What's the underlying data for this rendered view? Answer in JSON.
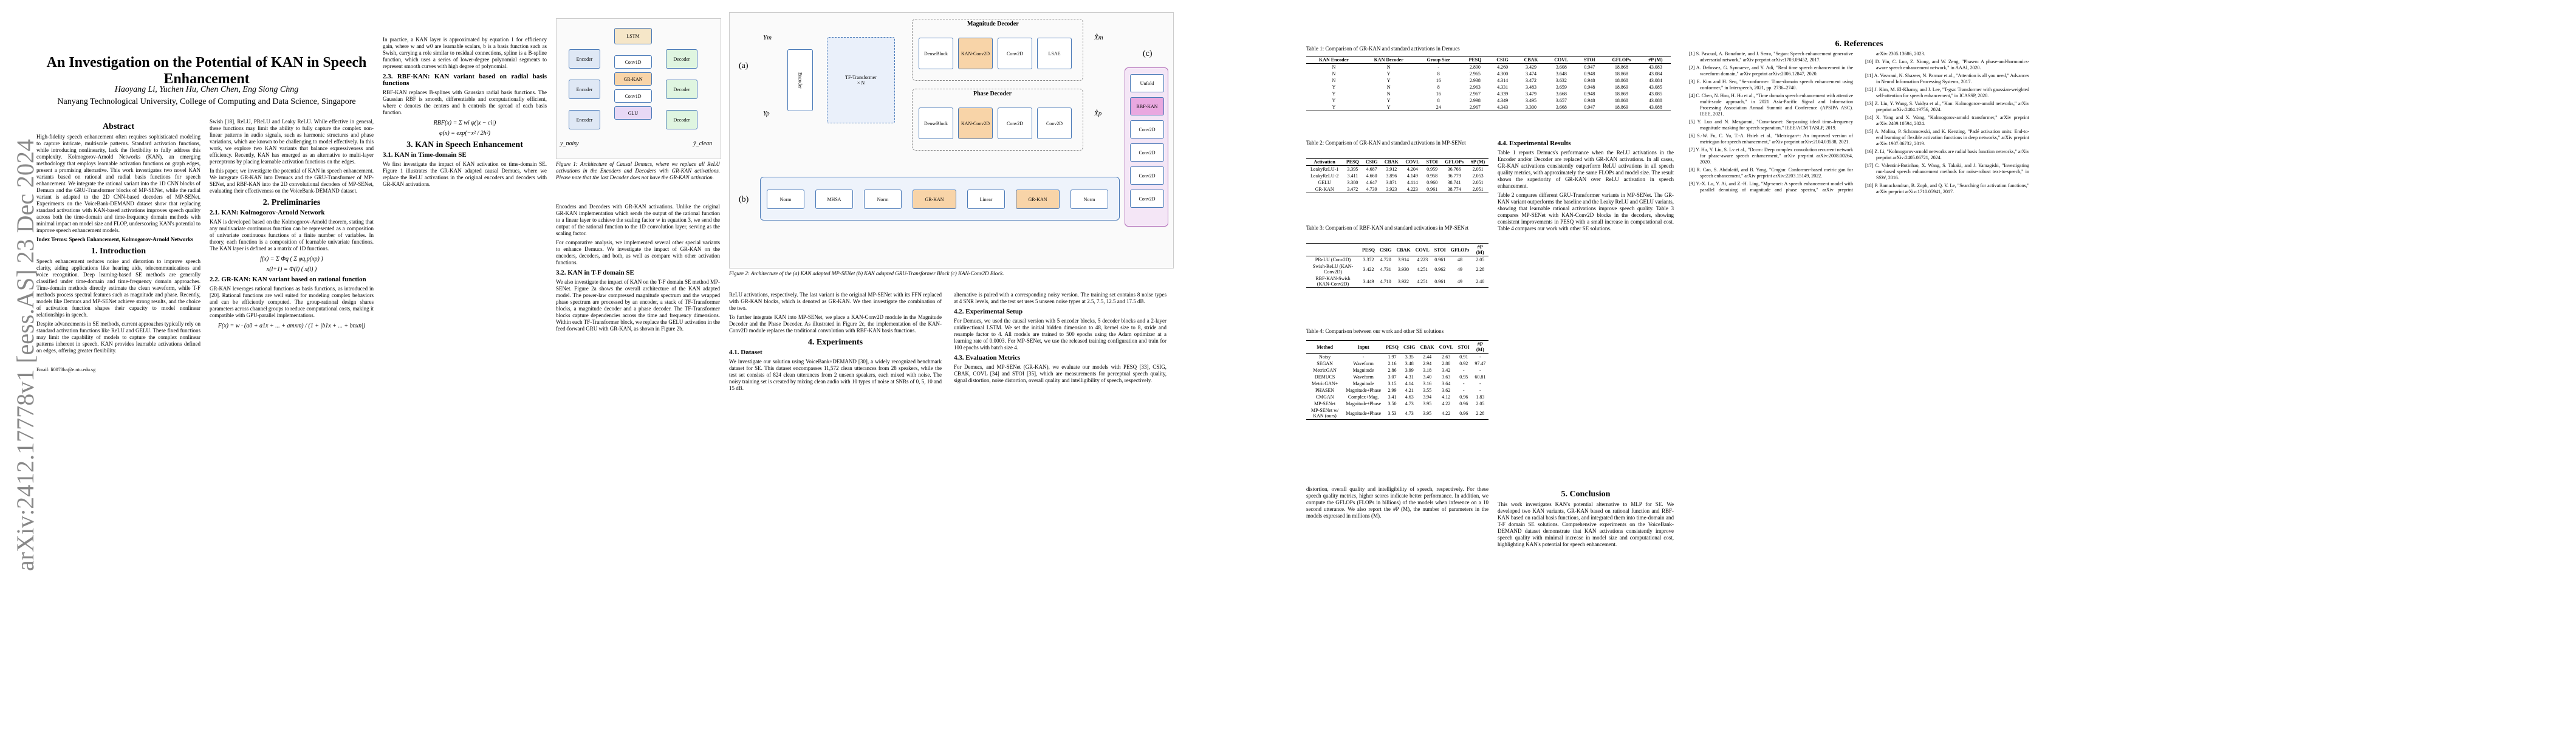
{
  "arxiv_id": "arXiv:2412.17778v1 [eess.AS] 23 Dec 2024",
  "title": "An Investigation on the Potential of KAN in Speech Enhancement",
  "authors": "Haoyang Li, Yuchen Hu, Chen Chen, Eng Siong Chng",
  "affiliation": "Nanyang Technological University, College of Computing and Data Science, Singapore",
  "sections": {
    "abstract": "Abstract",
    "intro": "1. Introduction",
    "prelim": "2. Preliminaries",
    "kan_se": "3. KAN in Speech Enhancement",
    "experiments": "4. Experiments",
    "conclusion": "5. Conclusion",
    "references": "6. References"
  },
  "subsections": {
    "kan_basics": "2.1. KAN: Kolmogorov-Arnold Network",
    "grkan": "2.2. GR-KAN: KAN variant based on rational function",
    "rbfkan": "2.3. RBF-KAN: KAN variant based on radial basis functions",
    "time_domain": "3.1. KAN in Time-domain SE",
    "tf_domain": "3.2. KAN in T-F domain SE",
    "dataset": "4.1. Dataset",
    "setup": "4.2. Experimental Setup",
    "metrics": "4.3. Evaluation Metrics",
    "results": "4.4. Experimental Results"
  },
  "abstract_text": "High-fidelity speech enhancement often requires sophisticated modeling to capture intricate, multiscale patterns. Standard activation functions, while introducing nonlinearity, lack the flexibility to fully address this complexity. Kolmogorov-Arnold Networks (KAN), an emerging methodology that employs learnable activation functions on graph edges, present a promising alternative. This work investigates two novel KAN variants based on rational and radial basis functions for speech enhancement. We integrate the rational variant into the 1D CNN blocks of Demucs and the GRU-Transformer blocks of MP-SENet, while the radial variant is adapted to the 2D CNN-based decoders of MP-SENet. Experiments on the VoiceBank-DEMAND dataset show that replacing standard activations with KAN-based activations improves speech quality across both the time-domain and time-frequency domain methods with minimal impact on model size and FLOP, underscoring KAN's potential to improve speech enhancement models.",
  "index_terms": "Index Terms: Speech Enhancement, Kolmogorov-Arnold Networks",
  "intro_text": "Speech enhancement reduces noise and distortion to improve speech clarity, aiding applications like hearing aids, telecommunications and voice recognition. Deep learning-based SE methods are generally classified under time-domain and time-frequency domain approaches. Time-domain methods directly estimate the clean waveform, while T-F methods process spectral features such as magnitude and phase. Recently, models like Demucs and MP-SENet achieve strong results, and the choice of activation function shapes their capacity to model nonlinear relationships in speech.",
  "intro_text2": "Despite advancements in SE methods, current approaches typically rely on standard activation functions like ReLU and GELU. These fixed functions may limit the capability of models to capture the complex nonlinear patterns inherent in speech. KAN provides learnable activations defined on edges, offering greater flexibility.",
  "email": "Email: li0078ha@e.ntu.edu.sg",
  "col2_text": "Swish [18], ReLU, PReLU and Leaky ReLU. While effective in general, these functions may limit the ability to fully capture the complex non-linear patterns in audio signals, such as harmonic structures and phase variations, which are known to be challenging to model effectively. In this work, we explore two KAN variants that balance expressiveness and efficiency. Recently, KAN has emerged as an alternative to multi-layer perceptrons by placing learnable activation functions on the edges.",
  "col2_text2": "In this paper, we investigate the potential of KAN in speech enhancement. We integrate GR-KAN into Demucs and the GRU-Transformer of MP-SENet, and RBF-KAN into the 2D convolutional decoders of MP-SENet, evaluating their effectiveness on the VoiceBank-DEMAND dataset.",
  "prelim_text": "KAN is developed based on the Kolmogorov-Arnold theorem, stating that any multivariate continuous function can be represented as a composition of univariate continuous functions of a finite number of variables. In theory, each function is a composition of learnable univariate functions. The KAN layer is defined as a matrix of 1D functions.",
  "eq1": "f(x) = Σ Φq ( Σ φq,p(xp) )",
  "eq2": "x(l+1) = Φ(l) ( x(l) )",
  "eq3": "F(x) = w · (a0 + a1x + ... + amxm) / (1 + |b1x + ... + bnxn|)",
  "eq4": "RBF(x) = Σ wi φ(|x − ci|)",
  "eq5": "φ(x) = exp(−x² / 2h²)",
  "grkan_text": "GR-KAN leverages rational functions as basis functions, as introduced in [20]. Rational functions are well suited for modeling complex behaviors and can be efficiently computed. The group-rational design shares parameters across channel groups to reduce computational costs, making it compatible with GPU-parallel implementations.",
  "rbfkan_text": "RBF-KAN replaces B-splines with Gaussian radial basis functions. The Gaussian RBF is smooth, differentiable and computationally efficient, where c denotes the centers and h controls the spread of each basis function.",
  "col3_text": "In practice, a KAN layer is approximated by equation 1 for efficiency gain, where w and w0 are learnable scalars, b is a basis function such as Swish, carrying a role similar to residual connections, spline is a B-spline function, which uses a series of lower-degree polynomial segments to represent smooth curves with high degree of polynomial.",
  "kan_time_text": "We first investigate the impact of KAN activation on time-domain SE. Figure 1 illustrates the GR-KAN adapted causal Demucs, where we replace the ReLU activations in the original encoders and decoders with GR-KAN activations.",
  "fig1_caption": "Figure 1: Architecture of Causal Demucs, where we replace all ReLU activations in the Encoders and Decoders with GR-KAN activations. Please note that the last Decoder does not have the GR-KAN activation.",
  "col4_text": "Encoders and Decoders with GR-KAN activations. Unlike the original GR-KAN implementation which sends the output of the rational function to a linear layer to achieve the scaling factor w in equation 3, we send the output of the rational function to the 1D convolution layer, serving as the scaling factor.",
  "col4_text2": "For comparative analysis, we implemented several other special variants to enhance Demucs. We investigate the impact of GR-KAN on the encoders, decoders, and both, as well as compare with other activation functions.",
  "kan_tf_text": "We also investigate the impact of KAN on the T-F domain SE method MP-SENet. Figure 2a shows the overall architecture of the KAN adapted model. The power-law compressed magnitude spectrum and the wrapped phase spectrum are processed by an encoder, a stack of TF-Transformer blocks, a magnitude decoder and a phase decoder. The TF-Transformer blocks capture dependencies across the time and frequency dimensions. Within each TF-Transformer block, we replace the GELU activation in the feed-forward GRU with GR-KAN, as shown in Figure 2b.",
  "fig2_caption": "Figure 2: Architecture of the (a) KAN adapted MP-SENet (b) KAN adapted GRU-Transformer Block (c) KAN-Conv2D Block.",
  "col5_text": "ReLU activations, respectively. The last variant is the original MP-SENet with its FFN replaced with GR-KAN blocks, which is denoted as GR-KAN. We then investigate the combination of the two.",
  "col5_text2": "To further integrate KAN into MP-SENet, we place a KAN-Conv2D module in the Magnitude Decoder and the Phase Decoder. As illustrated in Figure 2c, the implementation of the KAN-Conv2D module replaces the traditional convolution with RBF-KAN basis functions.",
  "dataset_text": "We investigate our solution using VoiceBank+DEMAND [30], a widely recognized benchmark dataset for SE. This dataset encompasses 11,572 clean utterances from 28 speakers, while the test set consists of 824 clean utterances from 2 unseen speakers, each mixed with noise. The noisy training set is created by mixing clean audio with 10 types of noise at SNRs of 0, 5, 10 and 15 dB.",
  "col6_text": "alternative is paired with a corresponding noisy version. The training set contains 8 noise types at 4 SNR levels, and the test set uses 5 unseen noise types at 2.5, 7.5, 12.5 and 17.5 dB.",
  "setup_text": "For Demucs, we used the causal version with 5 encoder blocks, 5 decoder blocks and a 2-layer unidirectional LSTM. We set the initial hidden dimension to 48, kernel size to 8, stride and resample factor to 4. All models are trained to 500 epochs using the Adam optimizer at a learning rate of 0.0003. For MP-SENet, we use the released training configuration and train for 100 epochs with batch size 4.",
  "metrics_text": "For Demucs, and MP-SENet (GR-KAN), we evaluate our models with PESQ [33], CSIG, CBAK, COVL [34] and STOI [35], which are measurements for perceptual speech quality, signal distortion, noise distortion, overall quality and intelligibility of speech, respectively.",
  "col7_text": "distortion, overall quality and intelligibility of speech, respectively. For these speech quality metrics, higher scores indicate better performance. In addition, we compute the GFLOPs (FLOPs in billions) of the models when inference on a 10 second utterance. We also report the #P (M), the number of parameters in the models expressed in millions (M).",
  "results_text": "Table 1 reports Demucs's performance when the ReLU activations in the Encoder and/or Decoder are replaced with GR-KAN activations. In all cases, GR-KAN activations consistently outperform ReLU activations in all speech quality metrics, with approximately the same FLOPs and model size. The result shows the superiority of GR-KAN over ReLU activation in speech enhancement.",
  "results_text2": "Table 2 compares different GRU-Transformer variants in MP-SENet. The GR-KAN variant outperforms the baseline and the Leaky ReLU and GELU variants, showing that learnable rational activations improve speech quality. Table 3 compares MP-SENet with KAN-Conv2D blocks in the decoders, showing consistent improvements in PESQ with a small increase in computational cost. Table 4 compares our work with other SE solutions.",
  "conclusion_text": "This work investigates KAN's potential alternative to MLP for SE. We developed two KAN variants, GR-KAN based on rational function and RBF-KAN based on radial basis functions, and integrated them into time-domain and T-F domain SE solutions. Comprehensive experiments on the VoiceBank-DEMAND dataset demonstrate that KAN activations consistently improve speech quality with minimal increase in model size and computational cost, highlighting KAN's potential for speech enhancement.",
  "fig1": {
    "blocks": [
      "Encoder",
      "Encoder",
      "Encoder",
      "LSTM",
      "Decoder",
      "Decoder",
      "Decoder"
    ],
    "inner": [
      "Conv1D",
      "GR-KAN",
      "Conv1D",
      "GLU"
    ],
    "input_label": "y_noisy",
    "output_label": "ŷ_clean"
  },
  "fig2": {
    "label_a": "(a)",
    "label_b": "(b)",
    "label_c": "(c)",
    "inputs": [
      "Ym",
      "Yp"
    ],
    "outputs": [
      "X̂m",
      "X̂p"
    ],
    "encoder": "Encoder",
    "tf_transformer": "TF-Transformer",
    "tf_transformer_n": "× N",
    "magnitude_decoder": "Magnitude Decoder",
    "phase_decoder": "Phase Decoder",
    "mag_blocks": [
      "DenseBlock",
      "KAN-Conv2D",
      "Conv2D",
      "LSAE"
    ],
    "phase_blocks": [
      "DenseBlock",
      "KAN-Conv2D",
      "Conv2D",
      "Conv2D"
    ],
    "grt_blocks": [
      "Norm",
      "MHSA",
      "Norm",
      "GR-KAN",
      "Linear",
      "GR-KAN",
      "Norm"
    ],
    "kanconv_blocks": [
      "Unfold",
      "RBF-KAN",
      "Conv2D",
      "Conv2D",
      "Conv2D",
      "Conv2D"
    ]
  },
  "table1": {
    "caption": "Table 1: Comparison of GR-KAN and standard activations in Demucs",
    "headers": [
      "KAN Encoder",
      "KAN Decoder",
      "Group Size",
      "PESQ",
      "CSIG",
      "CBAK",
      "COVL",
      "STOI",
      "GFLOPs",
      "#P (M)"
    ],
    "rows": [
      [
        "N",
        "N",
        "-",
        "2.890",
        "4.260",
        "3.429",
        "3.608",
        "0.947",
        "18.868",
        "43.083"
      ],
      [
        "N",
        "Y",
        "8",
        "2.965",
        "4.300",
        "3.474",
        "3.648",
        "0.948",
        "18.868",
        "43.084"
      ],
      [
        "N",
        "Y",
        "16",
        "2.938",
        "4.314",
        "3.472",
        "3.632",
        "0.948",
        "18.868",
        "43.084"
      ],
      [
        "Y",
        "N",
        "8",
        "2.963",
        "4.331",
        "3.483",
        "3.659",
        "0.948",
        "18.869",
        "43.085"
      ],
      [
        "Y",
        "N",
        "16",
        "2.967",
        "4.339",
        "3.479",
        "3.668",
        "0.948",
        "18.869",
        "43.085"
      ],
      [
        "Y",
        "Y",
        "8",
        "2.998",
        "4.349",
        "3.495",
        "3.657",
        "0.948",
        "18.868",
        "43.088"
      ],
      [
        "Y",
        "Y",
        "24",
        "2.967",
        "4.343",
        "3.300",
        "3.668",
        "0.947",
        "18.869",
        "43.088"
      ]
    ]
  },
  "table2": {
    "caption": "Table 2: Comparison of GR-KAN and standard activations in MP-SENet",
    "headers": [
      "Activation",
      "PESQ",
      "CSIG",
      "CBAK",
      "COVL",
      "STOI",
      "GFLOPs",
      "#P (M)"
    ],
    "rows": [
      [
        "LeakyReLU-1",
        "3.395",
        "4.687",
        "3.912",
        "4.204",
        "0.959",
        "36.766",
        "2.051"
      ],
      [
        "LeakyReLU-2",
        "3.411",
        "4.660",
        "3.896",
        "4.149",
        "0.958",
        "36.779",
        "2.053"
      ],
      [
        "GELU",
        "3.380",
        "4.647",
        "3.871",
        "4.114",
        "0.960",
        "38.741",
        "2.051"
      ],
      [
        "GR-KAN",
        "3.472",
        "4.739",
        "3.923",
        "4.223",
        "0.961",
        "38.774",
        "2.051"
      ]
    ]
  },
  "table3": {
    "caption": "Table 3: Comparison of RBF-KAN and standard activations in MP-SENet",
    "headers": [
      "",
      "PESQ",
      "CSIG",
      "CBAK",
      "COVL",
      "STOI",
      "GFLOPs",
      "#P (M)"
    ],
    "rows": [
      [
        "PReLU (Conv2D)",
        "3.372",
        "4.720",
        "3.914",
        "4.223",
        "0.961",
        "48",
        "2.05"
      ],
      [
        "Swish-ReLU (KAN-Conv2D)",
        "3.422",
        "4.731",
        "3.930",
        "4.251",
        "0.962",
        "49",
        "2.28"
      ],
      [
        "RBF-KAN-Swish (KAN-Conv2D)",
        "3.449",
        "4.710",
        "3.922",
        "4.251",
        "0.961",
        "49",
        "2.40"
      ]
    ]
  },
  "table4": {
    "caption": "Table 4: Comparison between our work and other SE solutions",
    "headers": [
      "Method",
      "Input",
      "PESQ",
      "CSIG",
      "CBAK",
      "COVL",
      "STOI",
      "#P (M)"
    ],
    "rows": [
      [
        "Noisy",
        "-",
        "1.97",
        "3.35",
        "2.44",
        "2.63",
        "0.91",
        "-"
      ],
      [
        "SEGAN",
        "Waveform",
        "2.16",
        "3.48",
        "2.94",
        "2.80",
        "0.92",
        "97.47"
      ],
      [
        "MetricGAN",
        "Magnitude",
        "2.86",
        "3.99",
        "3.18",
        "3.42",
        "-",
        "-"
      ],
      [
        "DEMUCS",
        "Waveform",
        "3.07",
        "4.31",
        "3.40",
        "3.63",
        "0.95",
        "60.81"
      ],
      [
        "MetricGAN+",
        "Magnitude",
        "3.15",
        "4.14",
        "3.16",
        "3.64",
        "-",
        "-"
      ],
      [
        "PHASEN",
        "Magnitude+Phase",
        "2.99",
        "4.21",
        "3.55",
        "3.62",
        "-",
        "-"
      ],
      [
        "CMGAN",
        "Complex+Mag.",
        "3.41",
        "4.63",
        "3.94",
        "4.12",
        "0.96",
        "1.83"
      ],
      [
        "MP-SENet",
        "Magnitude+Phase",
        "3.50",
        "4.73",
        "3.95",
        "4.22",
        "0.96",
        "2.05"
      ],
      [
        "MP-SENet w/ KAN (ours)",
        "Magnitude+Phase",
        "3.53",
        "4.73",
        "3.95",
        "4.22",
        "0.96",
        "2.28"
      ]
    ]
  },
  "references": [
    "[1] S. Pascual, A. Bonafonte, and J. Serra, \"Segan: Speech enhancement generative adversarial network,\" arXiv preprint arXiv:1703.09452, 2017.",
    "[2] A. Defossez, G. Synnaeve, and Y. Adi, \"Real time speech enhancement in the waveform domain,\" arXiv preprint arXiv:2006.12847, 2020.",
    "[3] E. Kim and H. Seo, \"Se-conformer: Time-domain speech enhancement using conformer,\" in Interspeech, 2021, pp. 2736–2740.",
    "[4] C. Chen, N. Hou, H. Hu et al., \"Time domain speech enhancement with attentive multi-scale approach,\" in 2021 Asia-Pacific Signal and Information Processing Association Annual Summit and Conference (APSIPA ASC). IEEE, 2021.",
    "[5] Y. Luo and N. Mesgarani, \"Conv-tasnet: Surpassing ideal time–frequency magnitude masking for speech separation,\" IEEE/ACM TASLP, 2019.",
    "[6] S.-W. Fu, C. Yu, T.-A. Hsieh et al., \"Metricgan+: An improved version of metricgan for speech enhancement,\" arXiv preprint arXiv:2104.03538, 2021.",
    "[7] Y. Hu, Y. Liu, S. Lv et al., \"Dccrn: Deep complex convolution recurrent network for phase-aware speech enhancement,\" arXiv preprint arXiv:2008.00264, 2020.",
    "[8] R. Cao, S. Abdulatif, and B. Yang, \"Cmgan: Conformer-based metric gan for speech enhancement,\" arXiv preprint arXiv:2203.15149, 2022.",
    "[9] Y.-X. Lu, Y. Ai, and Z.-H. Ling, \"Mp-senet: A speech enhancement model with parallel denoising of magnitude and phase spectra,\" arXiv preprint arXiv:2305.13686, 2023.",
    "[10] D. Yin, C. Luo, Z. Xiong, and W. Zeng, \"Phasen: A phase-and-harmonics-aware speech enhancement network,\" in AAAI, 2020.",
    "[11] A. Vaswani, N. Shazeer, N. Parmar et al., \"Attention is all you need,\" Advances in Neural Information Processing Systems, 2017.",
    "[12] J. Kim, M. El-Khamy, and J. Lee, \"T-gsa: Transformer with gaussian-weighted self-attention for speech enhancement,\" in ICASSP, 2020.",
    "[13] Z. Liu, Y. Wang, S. Vaidya et al., \"Kan: Kolmogorov-arnold networks,\" arXiv preprint arXiv:2404.19756, 2024.",
    "[14] X. Yang and X. Wang, \"Kolmogorov-arnold transformer,\" arXiv preprint arXiv:2409.10594, 2024.",
    "[15] A. Molina, P. Schramowski, and K. Kersting, \"Padé activation units: End-to-end learning of flexible activation functions in deep networks,\" arXiv preprint arXiv:1907.06732, 2019.",
    "[16] Z. Li, \"Kolmogorov-arnold networks are radial basis function networks,\" arXiv preprint arXiv:2405.06721, 2024.",
    "[17] C. Valentini-Botinhao, X. Wang, S. Takaki, and J. Yamagishi, \"Investigating rnn-based speech enhancement methods for noise-robust text-to-speech,\" in SSW, 2016.",
    "[18] P. Ramachandran, B. Zoph, and Q. V. Le, \"Searching for activation functions,\" arXiv preprint arXiv:1710.05941, 2017."
  ]
}
